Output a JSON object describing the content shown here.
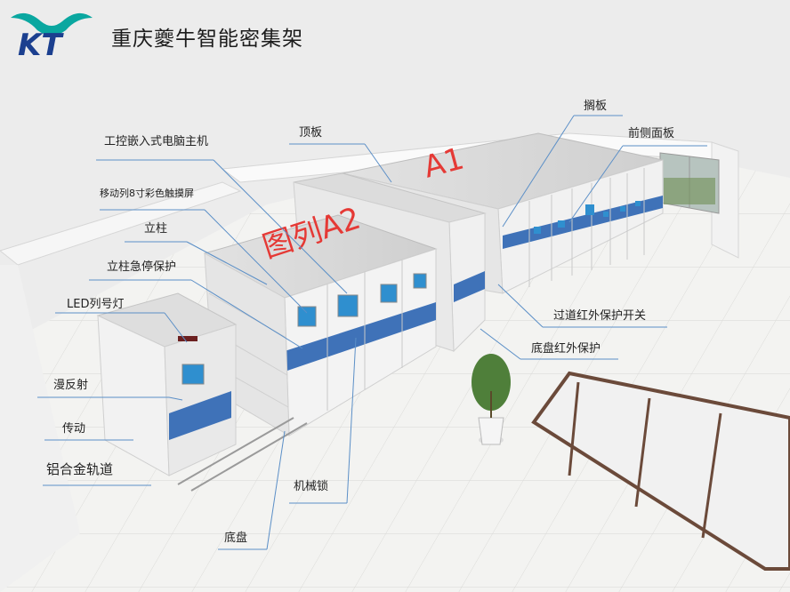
{
  "brand": {
    "title": "重庆夔牛智能密集架",
    "logo_text": "KT",
    "colors": {
      "logo_teal": "#0aa7a0",
      "logo_blue": "#1b3f8f",
      "band": "#3f72b8"
    }
  },
  "rack_markings": {
    "front_sign": "图列A2",
    "back_sign": "A1"
  },
  "labels": {
    "gongkong": "工控嵌入式电脑主机",
    "dingban": "顶板",
    "geban": "搁板",
    "qiancemianban": "前侧面板",
    "chudong": "移动列8寸彩色触摸屏",
    "lizhu": "立柱",
    "lizhu_jiting": "立柱急停保护",
    "led": "LED列号灯",
    "manfanshe": "漫反射",
    "chuandong": "传动",
    "guidao": "铝合金轨道",
    "guodao": "过道红外保护开关",
    "dipan_hongwai": "底盘红外保护",
    "jixiesuo": "机械锁",
    "dipan": "底盘"
  }
}
